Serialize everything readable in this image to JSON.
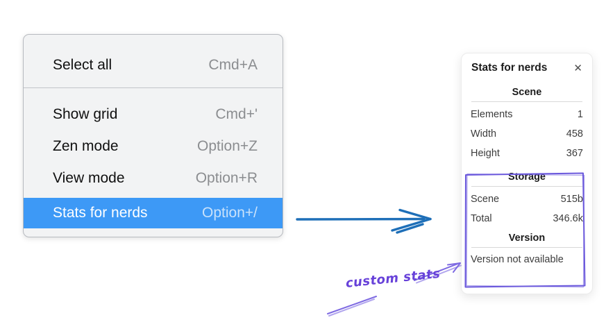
{
  "menu": {
    "items": [
      {
        "label": "Select all",
        "shortcut": "Cmd+A"
      },
      {
        "label": "Show grid",
        "shortcut": "Cmd+'"
      },
      {
        "label": "Zen mode",
        "shortcut": "Option+Z"
      },
      {
        "label": "View mode",
        "shortcut": "Option+R"
      },
      {
        "label": "Stats for nerds",
        "shortcut": "Option+/"
      }
    ],
    "highlighted_item": "Stats for nerds"
  },
  "stats_panel": {
    "title": "Stats for nerds",
    "close_icon": "✕",
    "sections": [
      {
        "heading": "Scene",
        "rows": [
          {
            "label": "Elements",
            "value": "1"
          },
          {
            "label": "Width",
            "value": "458"
          },
          {
            "label": "Height",
            "value": "367"
          }
        ]
      },
      {
        "heading": "Storage",
        "rows": [
          {
            "label": "Scene",
            "value": "515b"
          },
          {
            "label": "Total",
            "value": "346.6k"
          }
        ]
      },
      {
        "heading": "Version",
        "note": "Version not available"
      }
    ]
  },
  "annotation": {
    "label": "custom stats"
  },
  "colors": {
    "menu_background": "#f2f3f4",
    "menu_highlight": "#3d99f6",
    "arrow_blue": "#1e6fb8",
    "annotation_purple": "#6741d9",
    "sketch_purple": "#6b59dc"
  }
}
